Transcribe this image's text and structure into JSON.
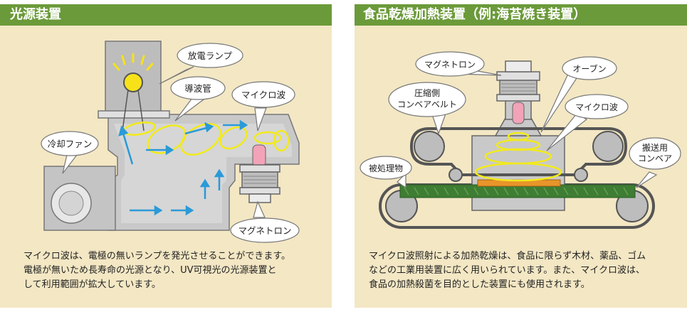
{
  "left": {
    "title": "光源装置",
    "labels": {
      "lamp": "放電ランプ",
      "waveguide": "導波管",
      "microwave": "マイクロ波",
      "fan": "冷却ファン",
      "magnetron": "マグネトロン"
    },
    "description": [
      "マイクロ波は、電極の無いランプを発光させることができます。",
      "電極が無いため長寿命の光源となり、UV可視光の光源装置と",
      "して利用範囲が拡大しています。"
    ]
  },
  "right": {
    "title": "食品乾燥加熱装置（例:海苔焼き装置）",
    "labels": {
      "magnetron": "マグネトロン",
      "oven": "オーブン",
      "belt_line1": "圧縮側",
      "belt_line2": "コンベアベルト",
      "microwave": "マイクロ波",
      "object": "被処理物",
      "conveyor_line1": "搬送用",
      "conveyor_line2": "コンベア"
    },
    "description": [
      "マイクロ波照射による加熱乾燥は、食品に限らず木材、薬品、ゴム",
      "などの工業用装置に広く用いられています。また、マイクロ波は、",
      "食品の加熱殺菌を目的とした装置にも使用されます。"
    ]
  },
  "colors": {
    "header": "#6b9a3a",
    "panel": "#f3e7c4",
    "duct": "#c9c9c9",
    "arrow": "#2a9ad8",
    "wave": "#f2ea1c",
    "lamp": "#f7e21a",
    "product": "#e8952a",
    "belt_green": "#3e7d33"
  }
}
